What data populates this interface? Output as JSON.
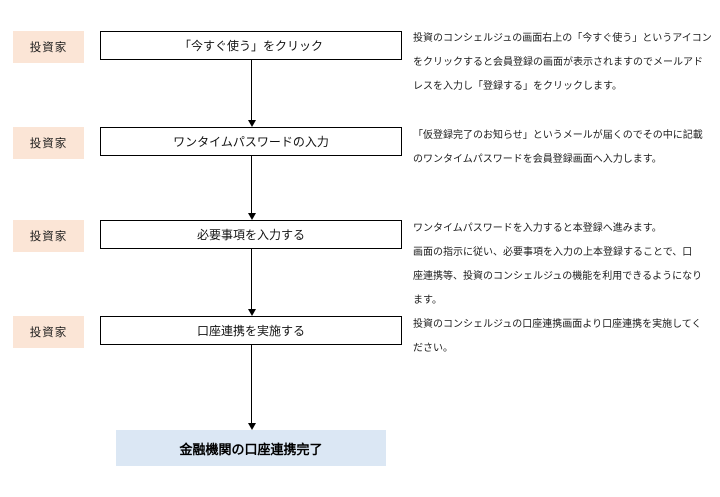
{
  "diagram": {
    "colors": {
      "actor_bg": "#fbe5d6",
      "final_bg": "#dbe7f4",
      "line": "#000000"
    },
    "steps": [
      {
        "actor": "投資家",
        "action": "「今すぐ使う」をクリック",
        "description_lines": [
          "投資のコンシェルジュの画面右上の「今すぐ使う」というアイコン",
          "をクリックすると会員登録の画面が表示されますのでメールアド",
          "レスを入力し「登録する」をクリックします。"
        ]
      },
      {
        "actor": "投資家",
        "action": "ワンタイムパスワードの入力",
        "description_lines": [
          "「仮登録完了のお知らせ」というメールが届くのでその中に記載",
          "のワンタイムパスワードを会員登録画面へ入力します。"
        ]
      },
      {
        "actor": "投資家",
        "action": "必要事項を入力する",
        "description_lines": [
          "ワンタイムパスワードを入力すると本登録へ進みます。",
          "画面の指示に従い、必要事項を入力の上本登録することで、口",
          "座連携等、投資のコンシェルジュの機能を利用できるようになり",
          "ます。"
        ]
      },
      {
        "actor": "投資家",
        "action": "口座連携を実施する",
        "description_lines": [
          "投資のコンシェルジュの口座連携画面より口座連携を実施してく",
          "ださい。"
        ]
      }
    ],
    "final_step": "金融機関の口座連携完了"
  }
}
